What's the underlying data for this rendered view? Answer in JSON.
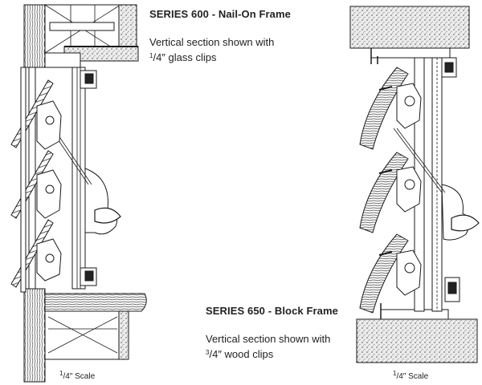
{
  "series600": {
    "title": "SERIES 600 - Nail-On Frame",
    "desc_line1": "Vertical section shown with",
    "clip_num": "1",
    "clip_den": "4",
    "clip_text": "″ glass clips"
  },
  "series650": {
    "title": "SERIES 650 - Block Frame",
    "desc_line1": "Vertical section shown with",
    "clip_num": "3",
    "clip_den": "4",
    "clip_text": "″ wood clips"
  },
  "scale_left": {
    "num": "1",
    "den": "4",
    "text": "″ Scale"
  },
  "scale_right": {
    "num": "1",
    "den": "4",
    "text": "″ Scale"
  },
  "colors": {
    "ink": "#1a1a1a",
    "paper": "#ffffff",
    "stipple": "#e6e6e6"
  }
}
